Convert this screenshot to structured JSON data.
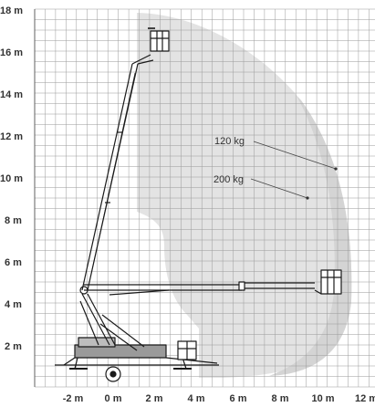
{
  "diagram": {
    "y_axis": {
      "unit": "m",
      "tick_labels": [
        "2 m",
        "4 m",
        "6 m",
        "8 m",
        "10 m",
        "12 m",
        "14 m",
        "16 m",
        "18 m"
      ]
    },
    "x_axis": {
      "unit": "m",
      "tick_labels": [
        "-2 m",
        "0 m",
        "2 m",
        "4 m",
        "6 m",
        "8 m",
        "10 m",
        "12 m"
      ]
    },
    "grid": true,
    "working_envelope": {
      "fill_color": "#e3e3e3",
      "inner_band_color": "#d0d0d0"
    },
    "load_labels": [
      {
        "text": "120 kg",
        "points_to": "outer working envelope"
      },
      {
        "text": "200 kg",
        "points_to": "inner working envelope"
      }
    ],
    "machine": {
      "icon": "trailer-mounted-boom-lift-icon",
      "line_color": "#1a1a1a"
    }
  }
}
